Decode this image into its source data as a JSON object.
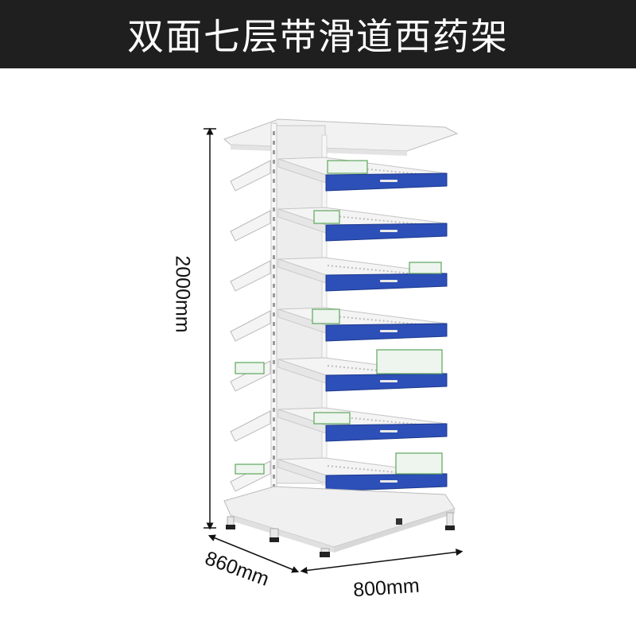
{
  "title": "双面七层带滑道西药架",
  "dimensions": {
    "height": "2000mm",
    "depth": "860mm",
    "width": "800mm"
  },
  "shelf": {
    "tier_count": 7
  },
  "colors": {
    "title_bar": "#1f1f1f",
    "title_text": "#ffffff",
    "shelf_white": "#f4f4f4",
    "drawer_blue": "#2c4fb8",
    "dimension_line": "#111111"
  },
  "icons": [
    "shelf-illustration",
    "dimension-arrow"
  ]
}
